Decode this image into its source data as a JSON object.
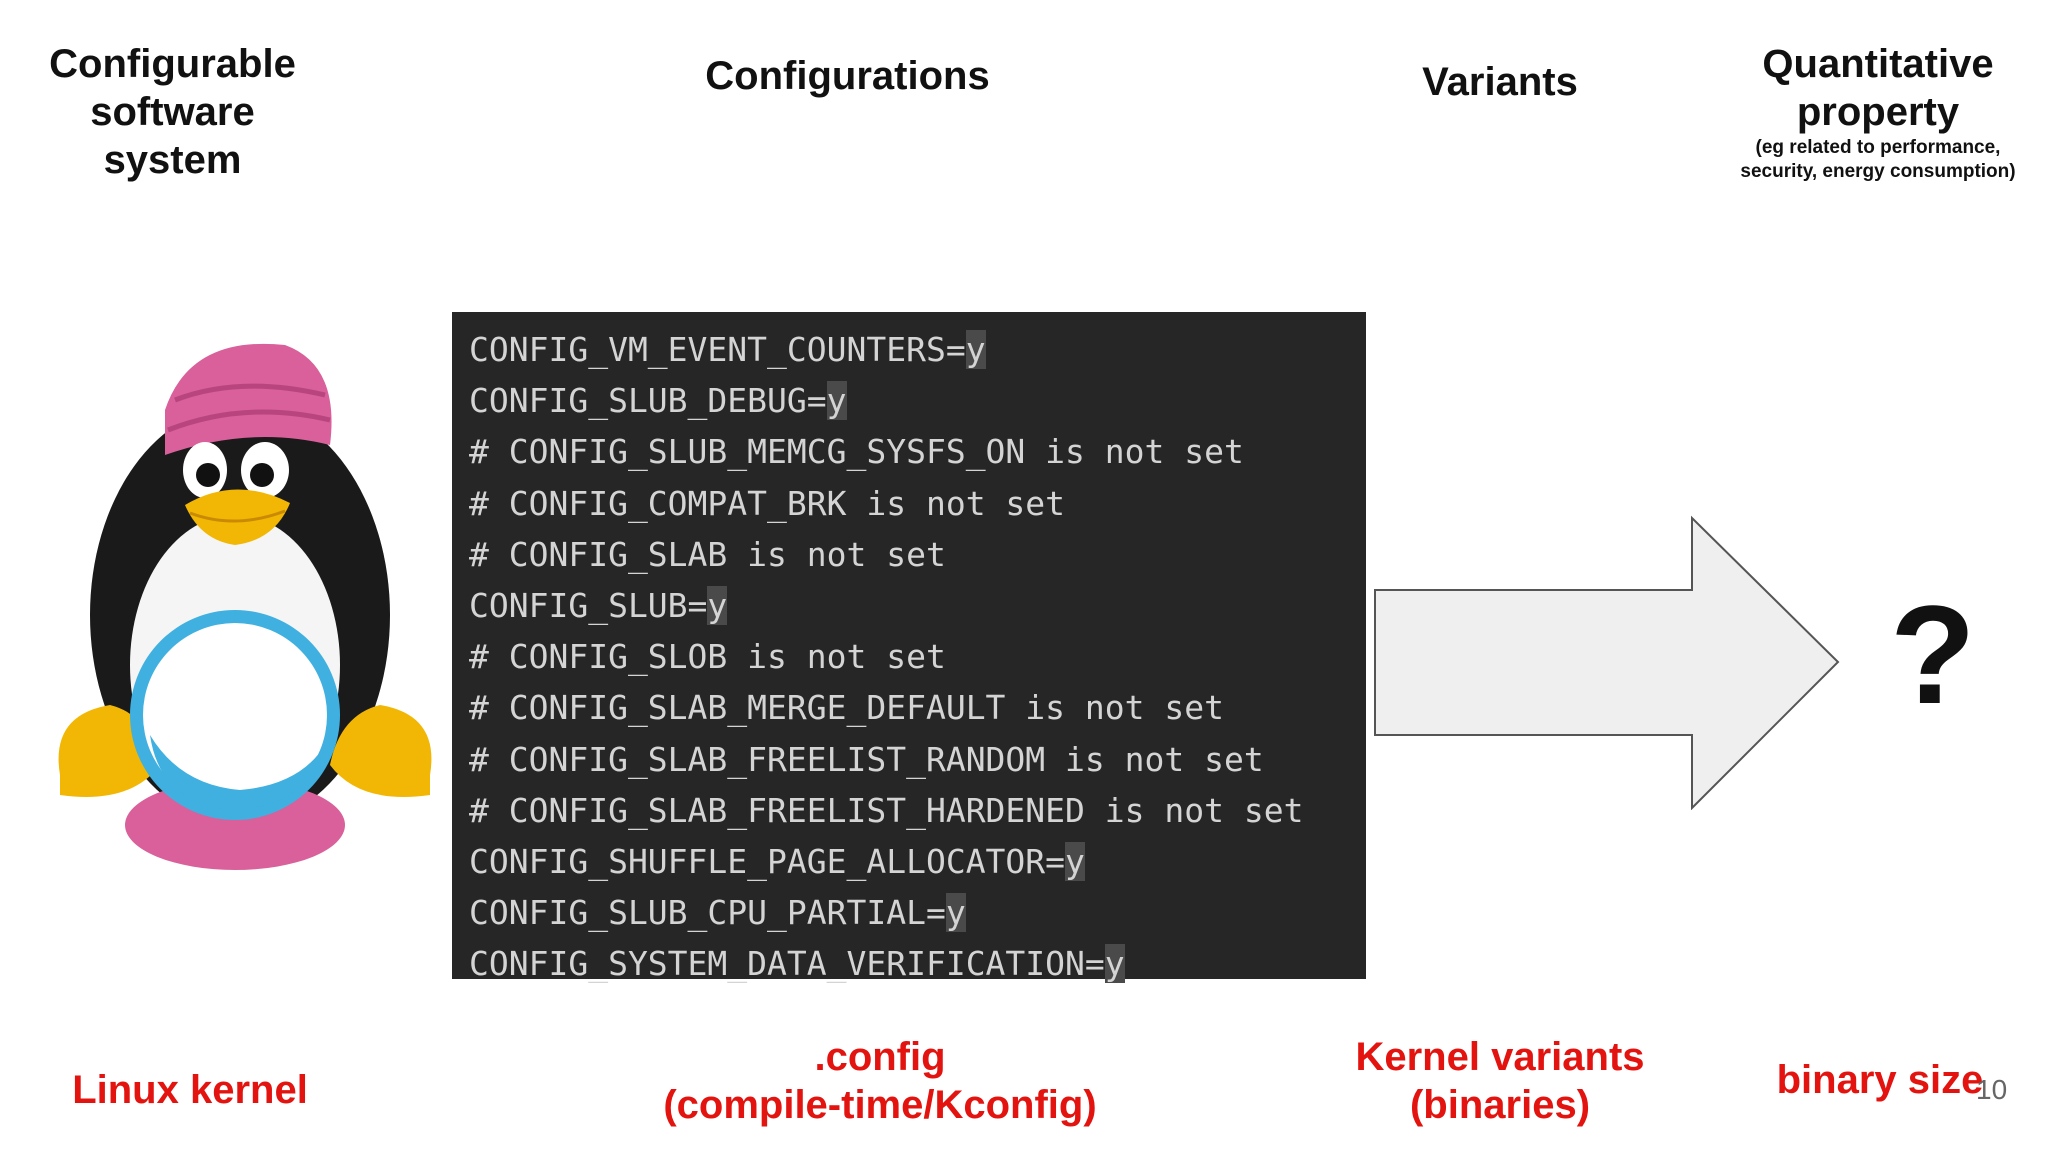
{
  "headers": {
    "system": [
      "Configurable",
      "software",
      "system"
    ],
    "configurations": "Configurations",
    "variants": "Variants",
    "property": [
      "Quantitative",
      "property"
    ],
    "property_note": [
      "(eg related to performance,",
      "security, energy consumption)"
    ]
  },
  "config_lines": [
    {
      "text": "CONFIG_VM_EVENT_COUNTERS=",
      "hl": "y"
    },
    {
      "text": "CONFIG_SLUB_DEBUG=",
      "hl": "y"
    },
    {
      "text": "# CONFIG_SLUB_MEMCG_SYSFS_ON is not set",
      "hl": ""
    },
    {
      "text": "# CONFIG_COMPAT_BRK is not set",
      "hl": ""
    },
    {
      "text": "# CONFIG_SLAB is not set",
      "hl": ""
    },
    {
      "text": "CONFIG_SLUB=",
      "hl": "y"
    },
    {
      "text": "# CONFIG_SLOB is not set",
      "hl": ""
    },
    {
      "text": "# CONFIG_SLAB_MERGE_DEFAULT is not set",
      "hl": ""
    },
    {
      "text": "# CONFIG_SLAB_FREELIST_RANDOM is not set",
      "hl": ""
    },
    {
      "text": "# CONFIG_SLAB_FREELIST_HARDENED is not set",
      "hl": ""
    },
    {
      "text": "CONFIG_SHUFFLE_PAGE_ALLOCATOR=",
      "hl": "y"
    },
    {
      "text": "CONFIG_SLUB_CPU_PARTIAL=",
      "hl": "y"
    },
    {
      "text": "CONFIG_SYSTEM_DATA_VERIFICATION=",
      "hl": "y"
    }
  ],
  "question_mark": "?",
  "footers": {
    "system": "Linux kernel",
    "configurations": [
      ".config",
      "(compile-time/Kconfig)"
    ],
    "variants": [
      "Kernel variants",
      "(binaries)"
    ],
    "property": "binary size"
  },
  "page_number": "10",
  "colors": {
    "footer_red": "#e3140f",
    "code_bg": "#262626"
  }
}
